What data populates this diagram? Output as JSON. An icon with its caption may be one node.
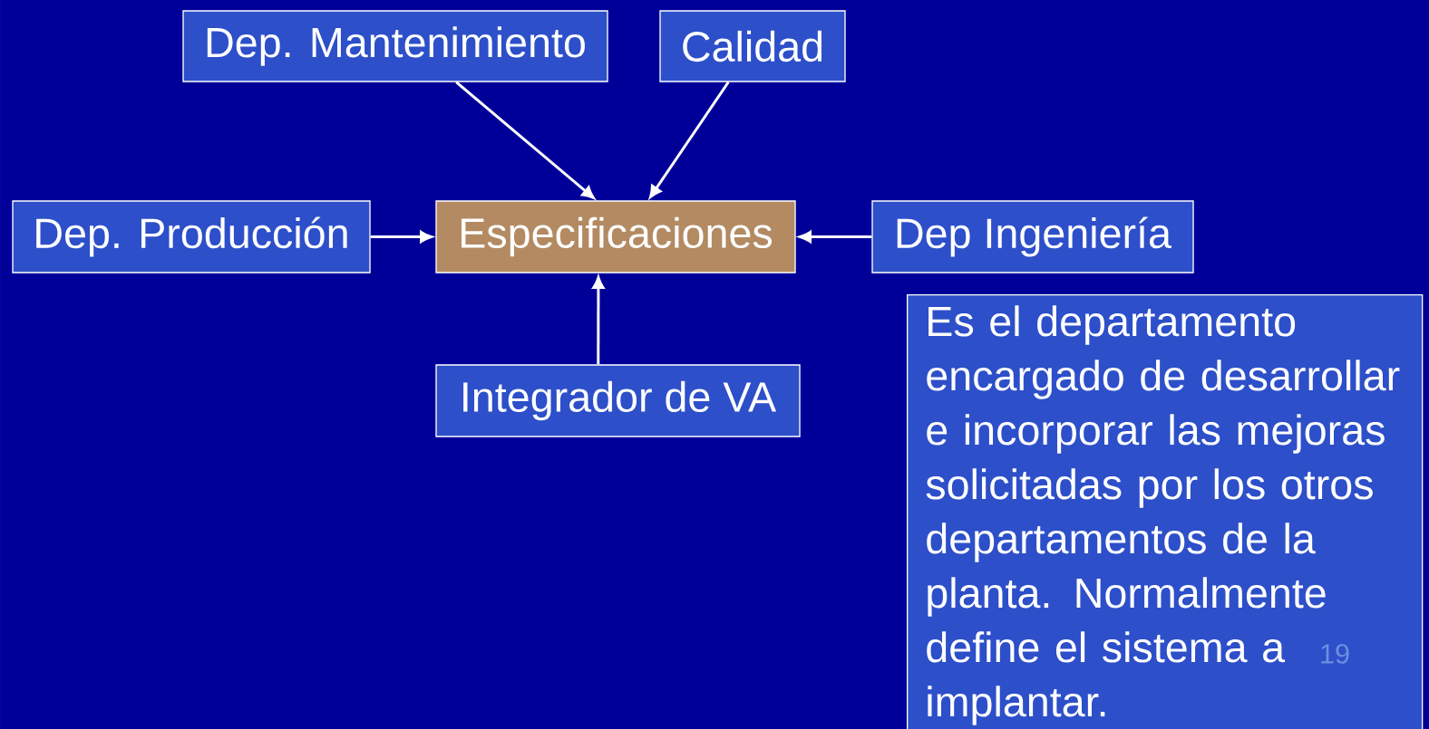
{
  "diagram": {
    "nodes": [
      {
        "text": [
          "Dep. Mantenimiento"
        ]
      },
      {
        "text": [
          "Calidad"
        ]
      },
      {
        "text": [
          "Dep. Producción"
        ]
      },
      {
        "text": [
          "Especificaciones"
        ]
      },
      {
        "text": [
          "Dep Ingeniería"
        ]
      },
      {
        "text": [
          "Integrador de VA"
        ]
      },
      {
        "text": [
          "Es el departamento encargado de desarrollar e incorporar las mejoras solicitadas por los otros departamentos de la planta. Normalmente define el sistema a implantar."
        ]
      }
    ],
    "edges": [
      {
        "from": 0,
        "to": 3,
        "arrow": "to"
      },
      {
        "from": 1,
        "to": 3,
        "arrow": "to"
      },
      {
        "from": 2,
        "to": 3,
        "arrow": "to"
      },
      {
        "from": 4,
        "to": 3,
        "arrow": "to"
      },
      {
        "from": 5,
        "to": 3,
        "arrow": "to"
      }
    ],
    "labels": [
      "19"
    ]
  }
}
